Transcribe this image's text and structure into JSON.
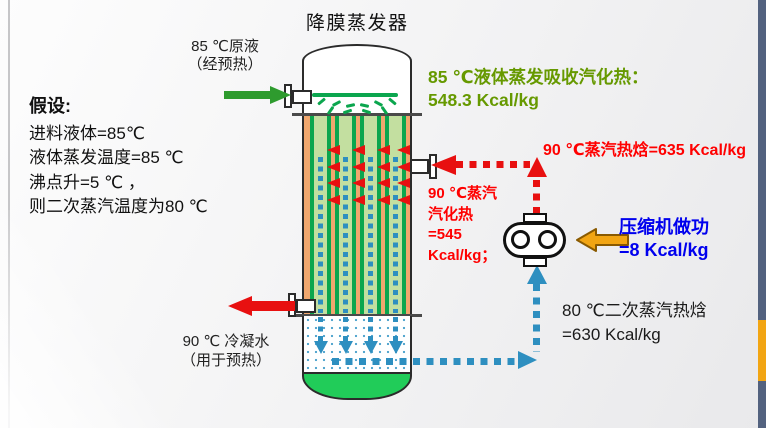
{
  "slide": {
    "title": "降膜蒸发器",
    "colors": {
      "text_green": "#669900",
      "text_red": "#FF0000",
      "text_blue": "#0000EE",
      "text_black": "#1A1A1A",
      "feed_arrow_green": "#2E9B2E",
      "condensate_arrow_red": "#E81010",
      "steam_path_red": "#E81010",
      "vapor_path_blue": "#2E8FC0",
      "compressor_arrow_orange": "#F2A513",
      "column_orange": "#F0A76E",
      "tube_green": "#0BA64E",
      "film_green": "#C3DFA0",
      "pool_green": "#21CC59",
      "sidebar_slate": "#53627F",
      "sidebar_thumb_orange": "#F2A513"
    }
  },
  "labels": {
    "feed": {
      "line1": "85 ℃原液",
      "line2": "（经预热）"
    },
    "assumptions": {
      "heading": "假设:",
      "line1": "进料液体=85℃",
      "line2": "液体蒸发温度=85 ℃",
      "line3": "沸点升=5 ℃ ，",
      "line4": "则二次蒸汽温度为80 ℃"
    },
    "evaporation_heat": {
      "line1": "85 ℃液体蒸发吸收汽化热：",
      "line2": "548.3 Kcal/kg"
    },
    "steam_enthalpy": "90 ℃蒸汽热焓=635 Kcal/kg",
    "steam_latent_heat": {
      "line1": "90 ℃蒸汽",
      "line2": "汽化热",
      "line3": "=545",
      "line4": "Kcal/kg；"
    },
    "compressor_work": {
      "line1": "压缩机做功",
      "line2": "=8 Kcal/kg"
    },
    "secondary_steam_enthalpy": {
      "line1": "80 ℃二次蒸汽热焓",
      "line2": "=630 Kcal/kg"
    },
    "condensate": {
      "line1": "90 ℃ 冷凝水",
      "line2": "（用于预热）"
    }
  }
}
